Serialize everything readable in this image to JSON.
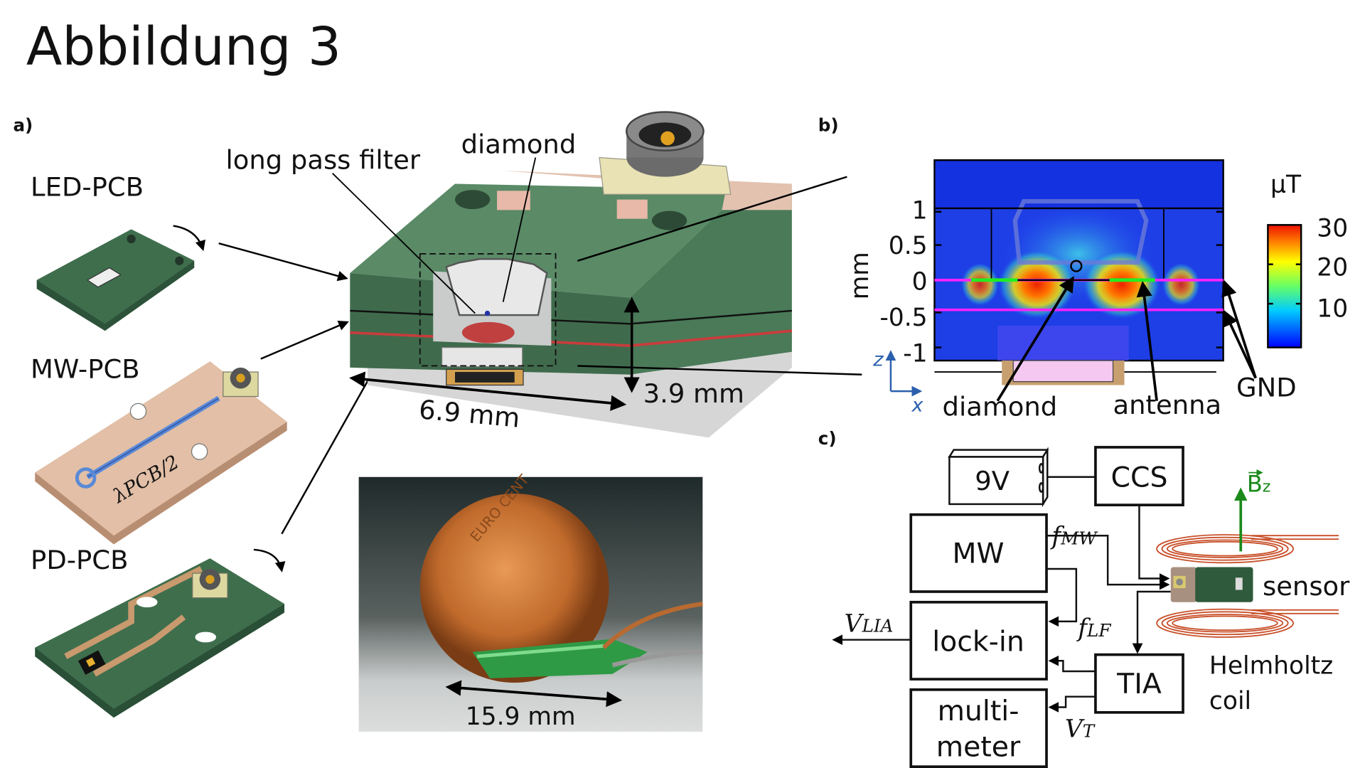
{
  "title": "Abbildung 3",
  "panels": {
    "a": "a)",
    "b": "b)",
    "c": "c)"
  },
  "panel_a": {
    "led_pcb": "LED-PCB",
    "mw_pcb": "MW-PCB",
    "pd_pcb": "PD-PCB",
    "long_pass_filter": "long pass filter",
    "diamond": "diamond",
    "height_dim": "3.9 mm",
    "width_dim": "6.9 mm",
    "trace_label": "λPCB/2",
    "photo_dim": "15.9 mm",
    "coin_text": "EURO CENT"
  },
  "panel_b": {
    "ylabel": "mm",
    "yticks": [
      "1",
      "0.5",
      "0",
      "-0.5",
      "-1"
    ],
    "colorbar_unit": "µT",
    "colorbar_ticks": [
      "30",
      "20",
      "10"
    ],
    "axis_z": "z",
    "axis_x": "x",
    "diamond": "diamond",
    "antenna": "antenna",
    "gnd": "GND",
    "colors": {
      "low": "#0000ff",
      "high": "#ff0000"
    }
  },
  "panel_c": {
    "battery": "9V",
    "ccs": "CCS",
    "mw": "MW",
    "lockin": "lock-in",
    "multimeter_1": "multi-",
    "multimeter_2": "meter",
    "tia": "TIA",
    "sensor": "sensor",
    "helmholtz": "Helmholtz",
    "coil": "coil",
    "bz": "B",
    "bz_sub": "z",
    "f_mw": "f",
    "f_mw_sub": "MW",
    "f_lf": "f",
    "f_lf_sub": "LF",
    "v_lia": "V",
    "v_lia_sub": "LIA",
    "v_t": "V",
    "v_t_sub": "T",
    "colors": {
      "field": "#1a8a1a",
      "coil": "#c8502a",
      "axis": "#2b5fad"
    }
  }
}
